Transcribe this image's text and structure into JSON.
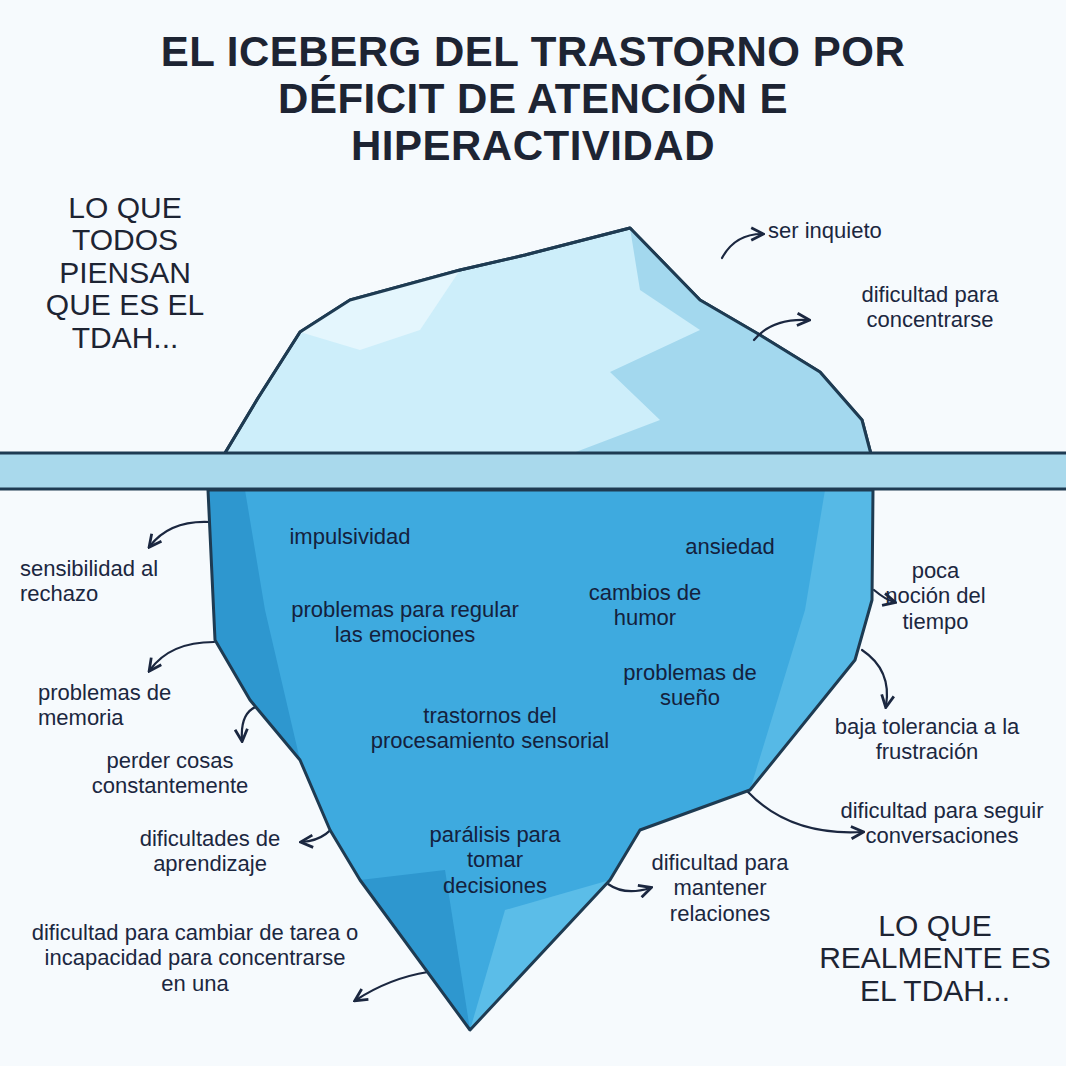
{
  "diagram": {
    "title": "EL ICEBERG DEL TRASTORNO POR DÉFICIT DE ATENCIÓN E HIPERACTIVIDAD",
    "nodes": [
      {
        "text": [
          "impulsividad",
          "ansiedad",
          "problemas para regular las emociones",
          "cambios de humor",
          "problemas de sueño",
          "trastornos del procesamiento sensorial",
          "parálisis para tomar decisiones"
        ]
      }
    ],
    "labels": [
      "LO QUE TODOS PIENSAN QUE ES EL TDAH...",
      "ser inquieto",
      "dificultad para concentrarse",
      "sensibilidad al rechazo",
      "poca noción del tiempo",
      "problemas de memoria",
      "baja tolerancia a la frustración",
      "perder cosas constantemente",
      "dificultades de aprendizaje",
      "dificultad para seguir conversaciones",
      "dificultad para mantener relaciones",
      "dificultad para cambiar de tarea o incapacidad para concentrarse en una",
      "LO QUE REALMENTE ES EL TDAH..."
    ]
  }
}
